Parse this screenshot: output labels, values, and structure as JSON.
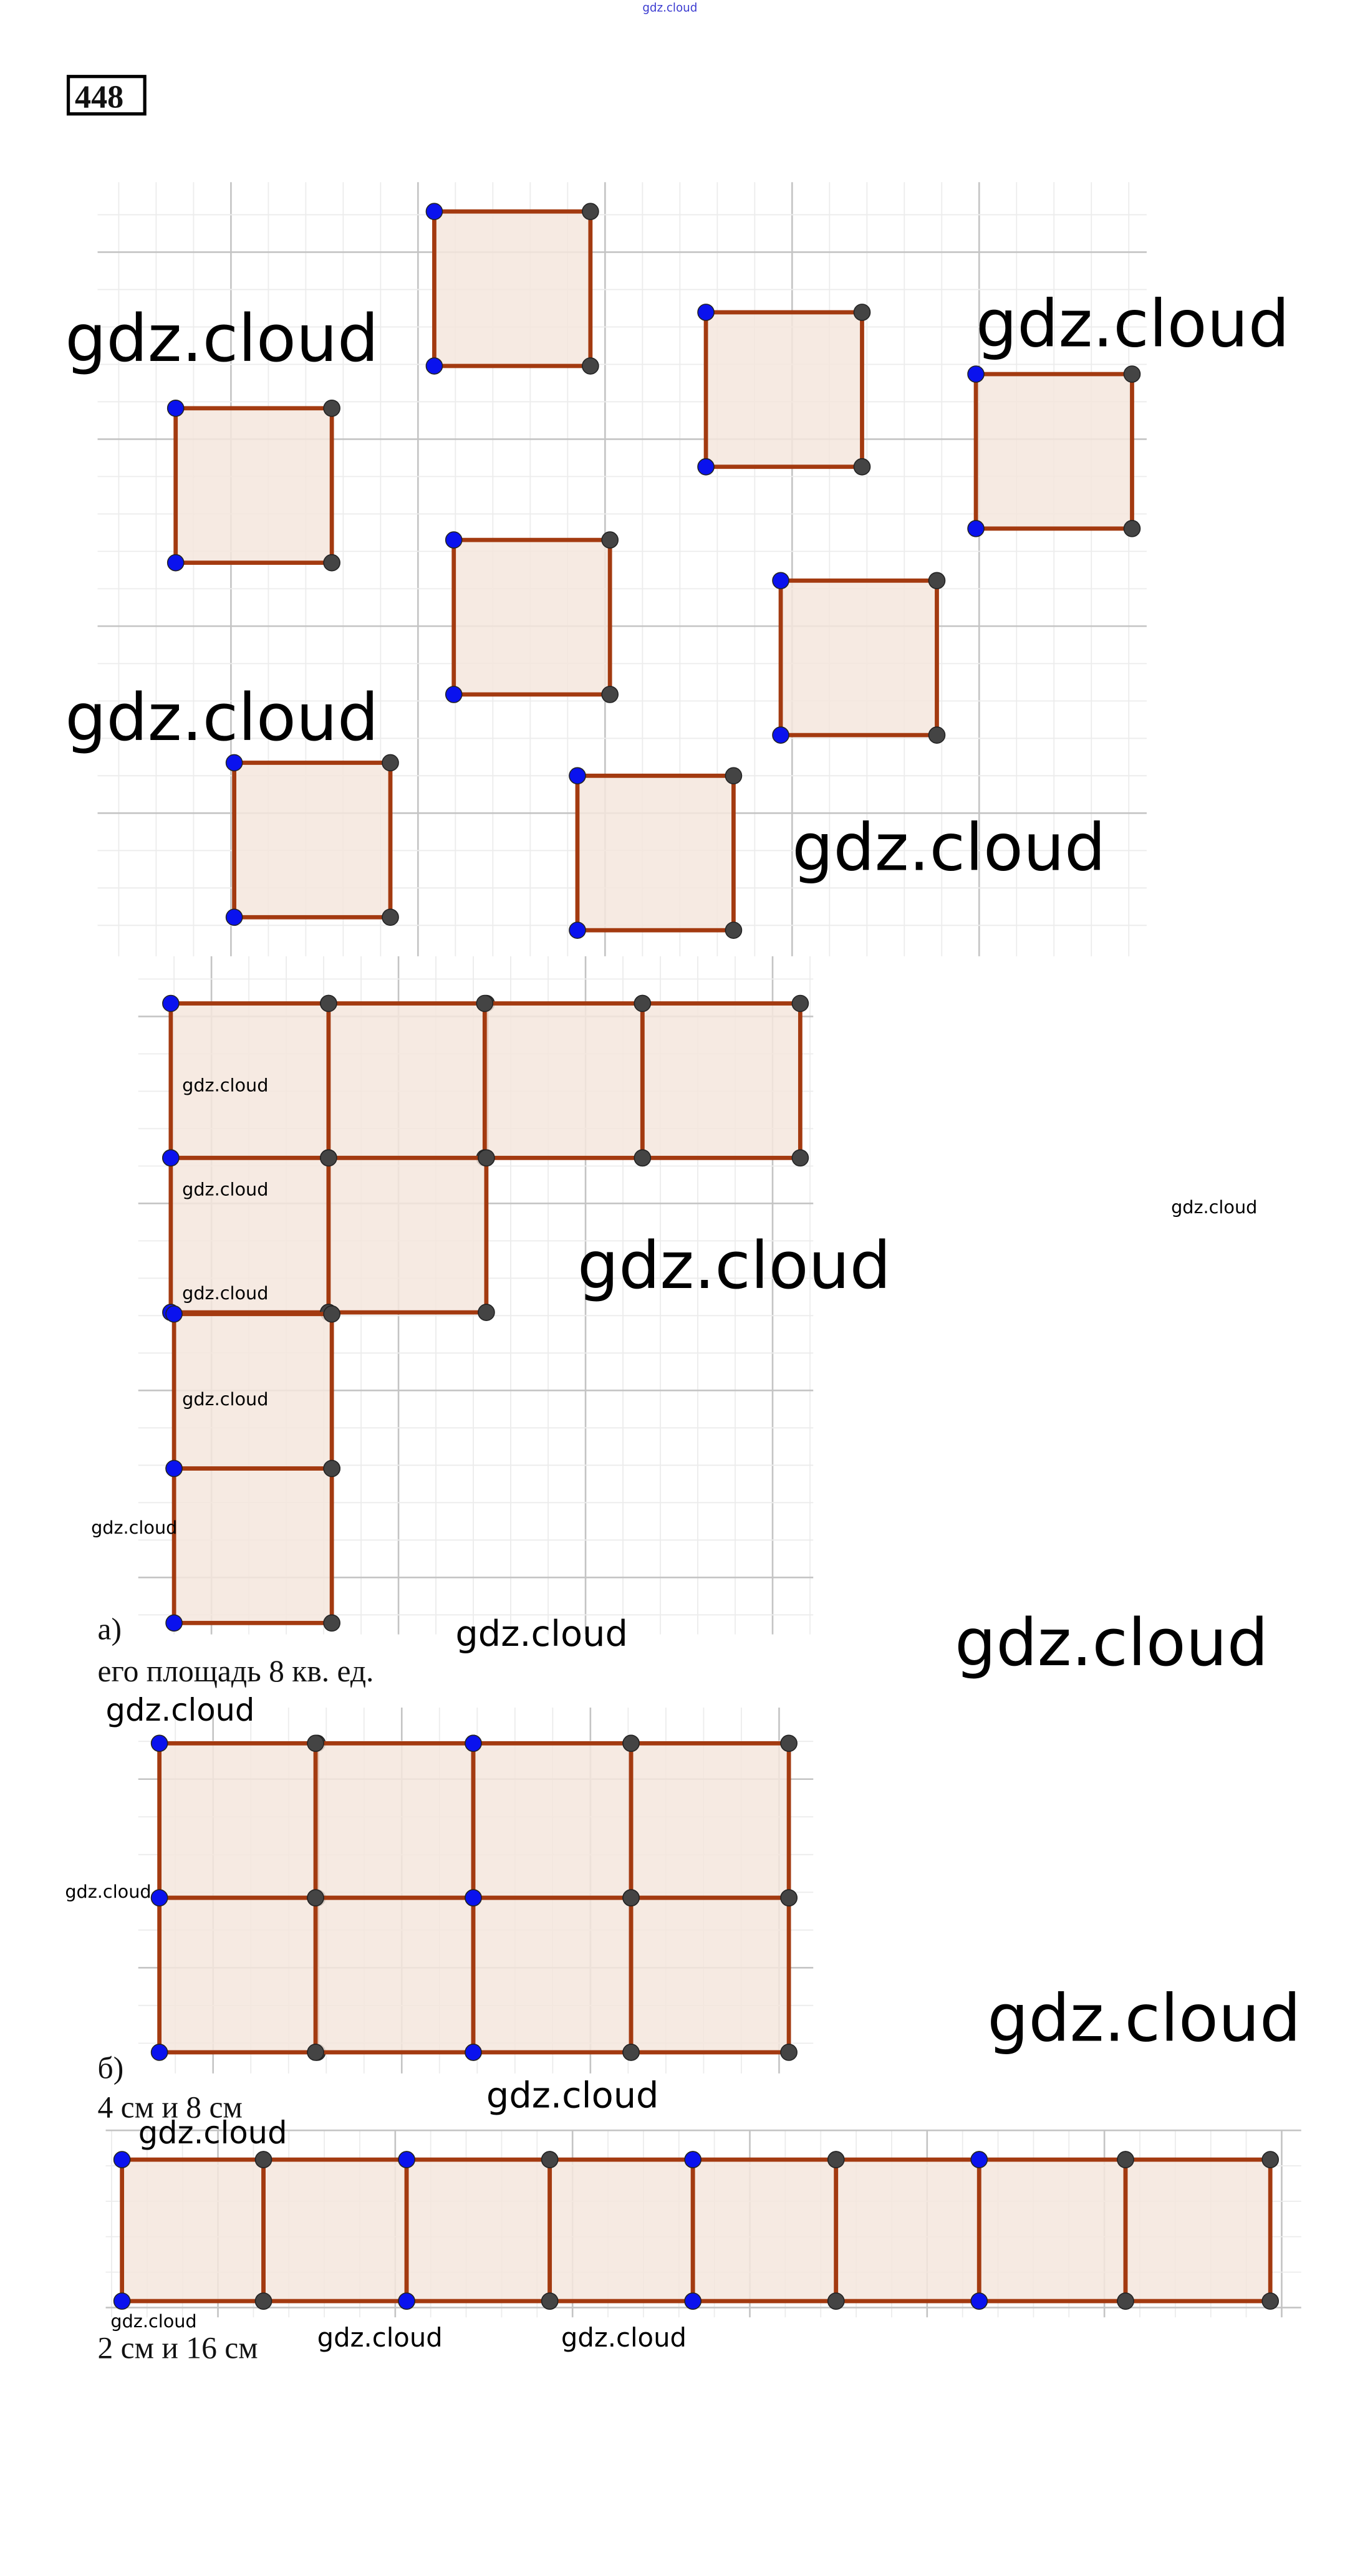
{
  "header": {
    "top_watermark": "gdz.cloud",
    "exercise_number": "448"
  },
  "watermarks": {
    "top": [
      "gdz.cloud",
      "gdz.cloud",
      "gdz.cloud",
      "gdz.cloud"
    ],
    "part_a": [
      "gdz.cloud",
      "gdz.cloud",
      "gdz.cloud",
      "gdz.cloud",
      "gdz.cloud",
      "gdz.cloud",
      "gdz.cloud",
      "gdz.cloud",
      "gdz.cloud"
    ],
    "part_b": [
      "gdz.cloud",
      "gdz.cloud",
      "gdz.cloud",
      "gdz.cloud"
    ],
    "part_c": [
      "gdz.cloud",
      "gdz.cloud",
      "gdz.cloud",
      "gdz.cloud"
    ]
  },
  "part_a": {
    "label": "а)",
    "caption": "его площадь 8 кв. ед."
  },
  "part_b": {
    "label": "б)",
    "caption": "4 см и 8 см"
  },
  "part_c": {
    "caption": "2 см и 16 см"
  },
  "colors": {
    "edge": "#a33a10",
    "fill": "#f5e6dd",
    "vertex_free": "#0a12ee",
    "vertex_dep": "#444444",
    "grid_minor": "#ececec",
    "grid_major": "#c4c4c4"
  }
}
